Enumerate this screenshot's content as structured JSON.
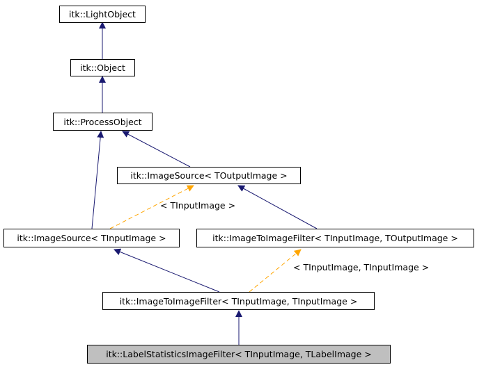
{
  "nodes": {
    "light_object": "itk::LightObject",
    "object": "itk::Object",
    "process_object": "itk::ProcessObject",
    "image_source_output": "itk::ImageSource< TOutputImage >",
    "image_source_input": "itk::ImageSource< TInputImage >",
    "image_to_image_output": "itk::ImageToImageFilter< TInputImage, TOutputImage >",
    "image_to_image_input": "itk::ImageToImageFilter< TInputImage, TInputImage >",
    "label_statistics": "itk::LabelStatisticsImageFilter< TInputImage, TLabelImage >"
  },
  "edge_labels": {
    "tinput": "< TInputImage >",
    "tinput_tinput": "< TInputImage, TInputImage >"
  },
  "colors": {
    "inheritance": "#191970",
    "template": "#ffa500",
    "highlight": "#bfbfbf"
  }
}
